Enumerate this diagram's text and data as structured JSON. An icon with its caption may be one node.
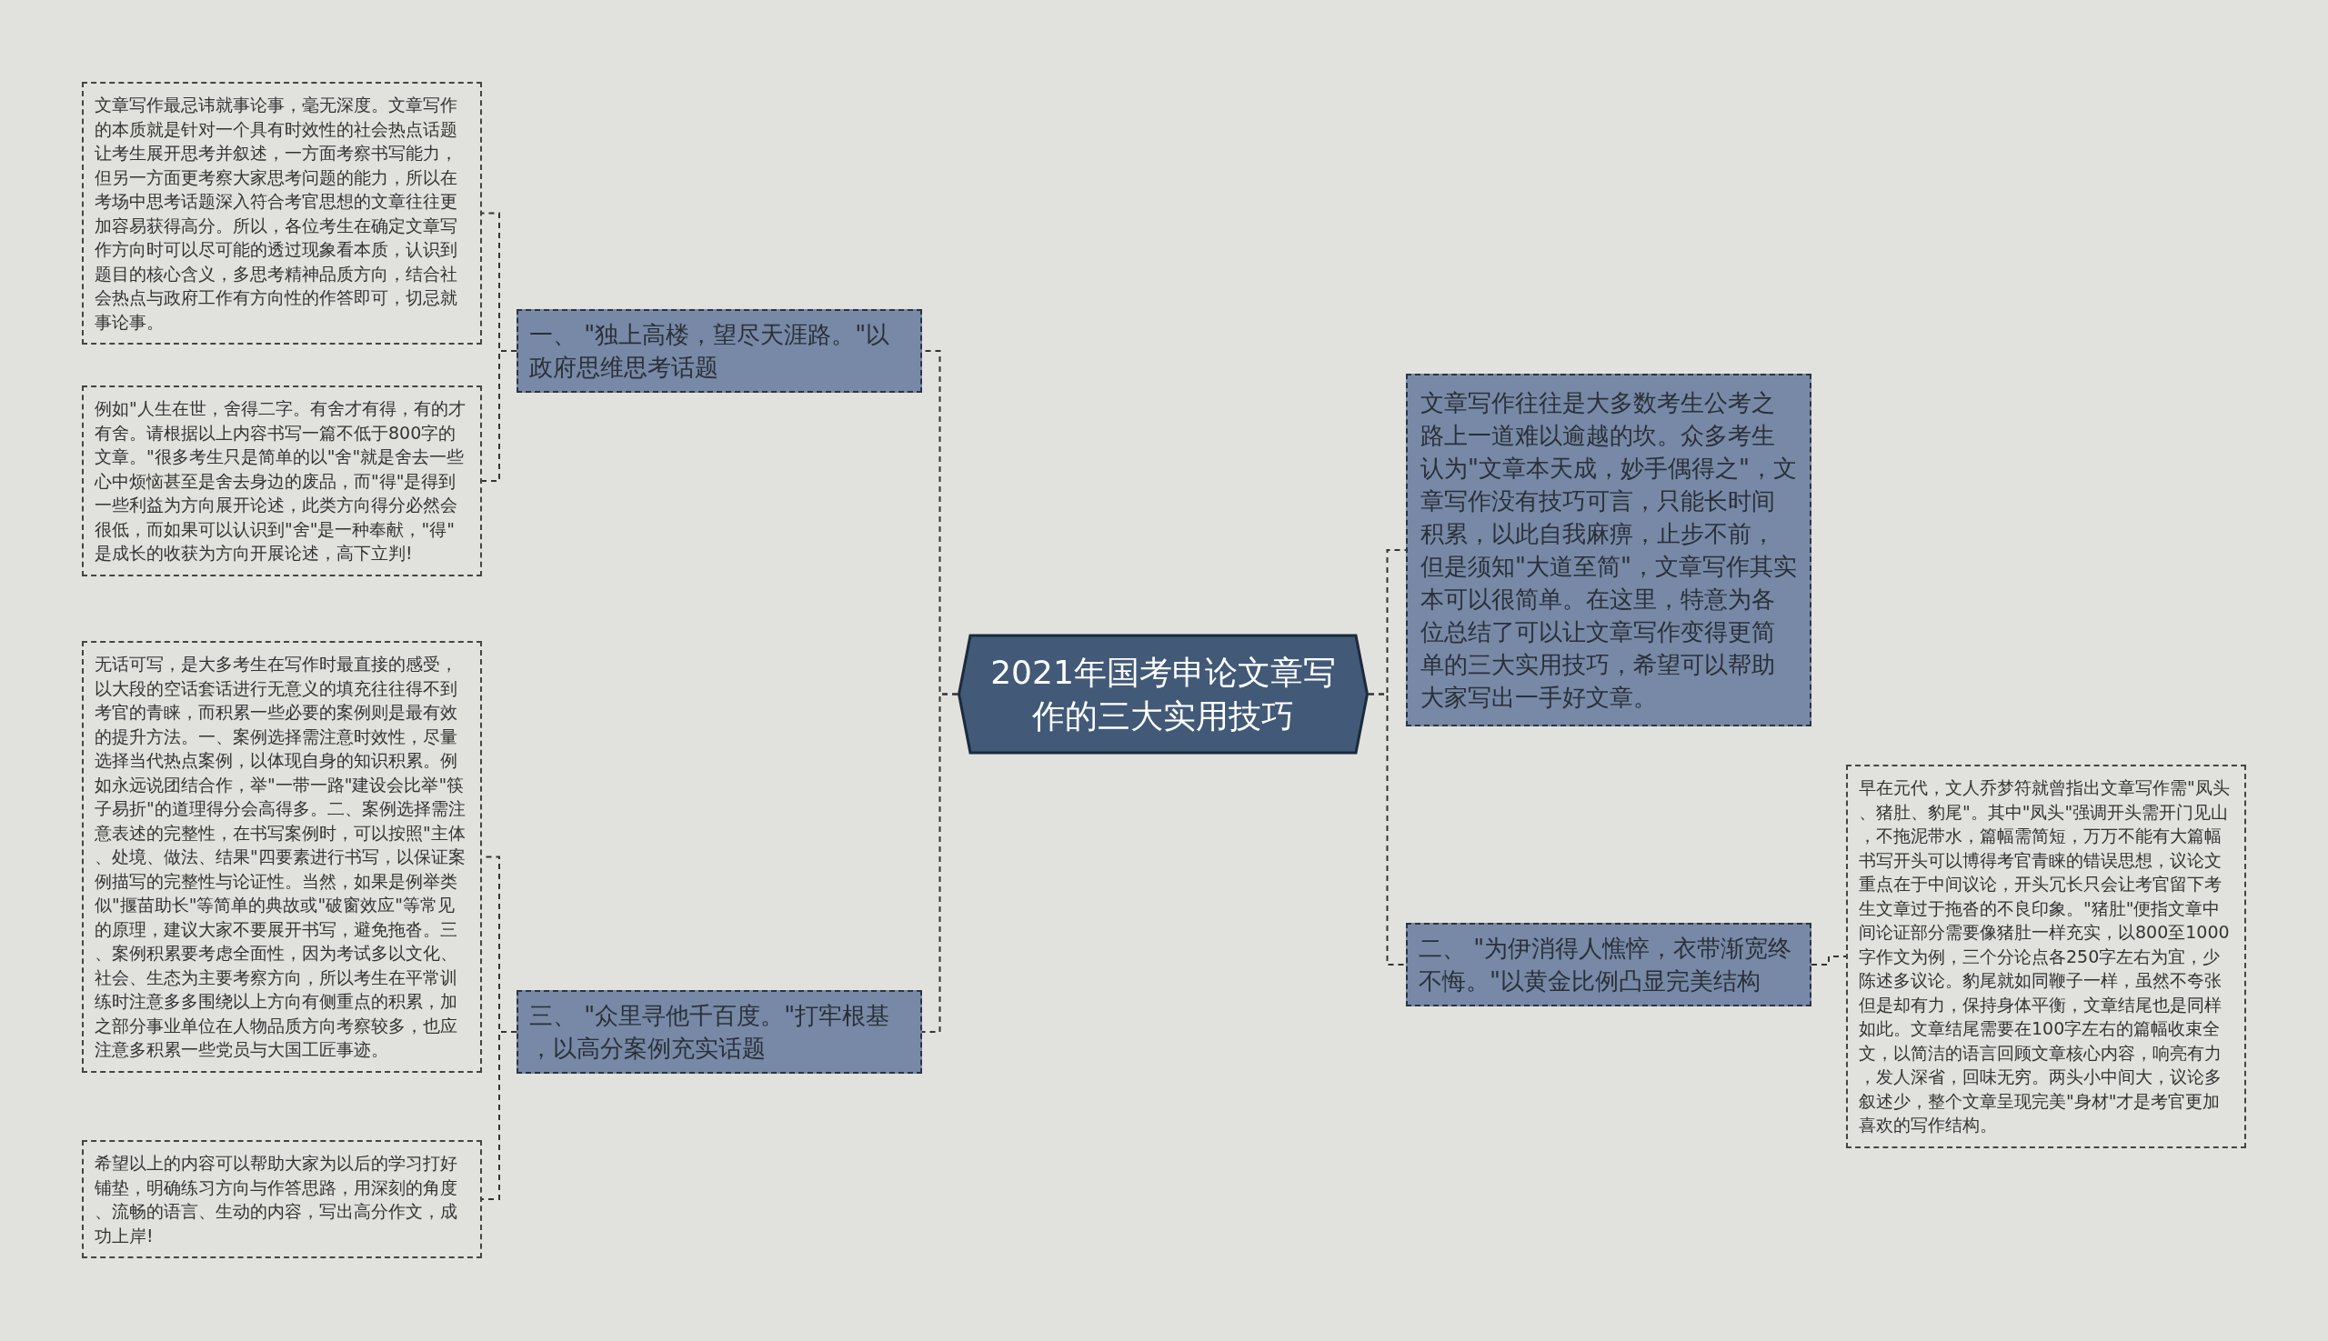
{
  "diagram": {
    "nodes": [
      {
        "text": [
          "2021年国考申论文章写作的三大实用技巧"
        ]
      },
      {
        "text": [
          "一、 \"独上高楼，望尽天涯路。\"以政府思维思考话题"
        ]
      },
      {
        "text": [
          "文章写作最忌讳就事论事，毫无深度。文章写作的本质就是针对一个具有时效性的社会热点话题让考生展开思考并叙述，一方面考察书写能力，但另一方面更考察大家思考问题的能力，所以在考场中思考话题深入符合考官思想的文章往往更加容易获得高分。所以，各位考生在确定文章写作方向时可以尽可能的透过现象看本质，认识到题目的核心含义，多思考精神品质方向，结合社会热点与政府工作有方向性的作答即可，切忌就事论事。"
        ]
      },
      {
        "text": [
          "例如\"人生在世，舍得二字。有舍才有得，有的才有舍。请根据以上内容书写一篇不低于800字的文章。\"很多考生只是简单的以\"舍\"就是舍去一些心中烦恼甚至是舍去身边的废品，而\"得\"是得到一些利益为方向展开论述，此类方向得分必然会很低，而如果可以认识到\"舍\"是一种奉献，\"得\"是成长的收获为方向开展论述，高下立判!"
        ]
      },
      {
        "text": [
          "三、 \"众里寻他千百度。\"打牢根基，以高分案例充实话题"
        ]
      },
      {
        "text": [
          "无话可写，是大多考生在写作时最直接的感受，以大段的空话套话进行无意义的填充往往得不到考官的青睐，而积累一些必要的案例则是最有效的提升方法。一、案例选择需注意时效性，尽量选择当代热点案例，以体现自身的知识积累。例如永远说团结合作，举\"一带一路\"建设会比举\"筷子易折\"的道理得分会高得多。二、案例选择需注意表述的完整性，在书写案例时，可以按照\"主体、处境、做法、结果\"四要素进行书写，以保证案例描写的完整性与论证性。当然，如果是例举类似\"揠苗助长\"等简单的典故或\"破窗效应\"等常见的原理，建议大家不要展开书写，避免拖沓。三、案例积累要考虑全面性，因为考试多以文化、社会、生态为主要考察方向，所以考生在平常训练时注意多多围绕以上方向有侧重点的积累，加之部分事业单位在人物品质方向考察较多，也应注意多积累一些党员与大国工匠事迹。"
        ]
      },
      {
        "text": [
          "希望以上的内容可以帮助大家为以后的学习打好铺垫，明确练习方向与作答思路，用深刻的角度、流畅的语言、生动的内容，写出高分作文，成功上岸!"
        ]
      },
      {
        "text": [
          "文章写作往往是大多数考生公考之路上一道难以逾越的坎。众多考生认为\"文章本天成，妙手偶得之\"，文章写作没有技巧可言，只能长时间积累，以此自我麻痹，止步不前，但是须知\"大道至简\"，文章写作其实本可以很简单。在这里，特意为各位总结了可以让文章写作变得更简单的三大实用技巧，希望可以帮助大家写出一手好文章。"
        ]
      },
      {
        "text": [
          "二、 \"为伊消得人憔悴，衣带渐宽终不悔。\"以黄金比例凸显完美结构"
        ]
      },
      {
        "text": [
          "早在元代，文人乔梦符就曾指出文章写作需\"凤头、猪肚、豹尾\"。其中\"凤头\"强调开头需开门见山，不拖泥带水，篇幅需简短，万万不能有大篇幅书写开头可以博得考官青睐的错误思想，议论文重点在于中间议论，开头冗长只会让考官留下考生文章过于拖沓的不良印象。\"猪肚\"便指文章中间论证部分需要像猪肚一样充实，以800至1000字作文为例，三个分论点各250字左右为宜，少陈述多议论。豹尾就如同鞭子一样，虽然不夸张但是却有力，保持身体平衡，文章结尾也是同样如此。文章结尾需要在100字左右的篇幅收束全文，以简洁的语言回顾文章核心内容，响亮有力，发人深省，回味无穷。两头小中间大，议论多叙述少，整个文章呈现完美\"身材\"才是考官更加喜欢的写作结构。"
        ]
      }
    ],
    "edges": [
      {
        "from": 0,
        "to": 1,
        "arrow": "none"
      },
      {
        "from": 1,
        "to": 2,
        "arrow": "none"
      },
      {
        "from": 1,
        "to": 3,
        "arrow": "none"
      },
      {
        "from": 0,
        "to": 4,
        "arrow": "none"
      },
      {
        "from": 4,
        "to": 5,
        "arrow": "none"
      },
      {
        "from": 4,
        "to": 6,
        "arrow": "none"
      },
      {
        "from": 0,
        "to": 7,
        "arrow": "none"
      },
      {
        "from": 0,
        "to": 8,
        "arrow": "none"
      },
      {
        "from": 8,
        "to": 9,
        "arrow": "none"
      }
    ]
  }
}
